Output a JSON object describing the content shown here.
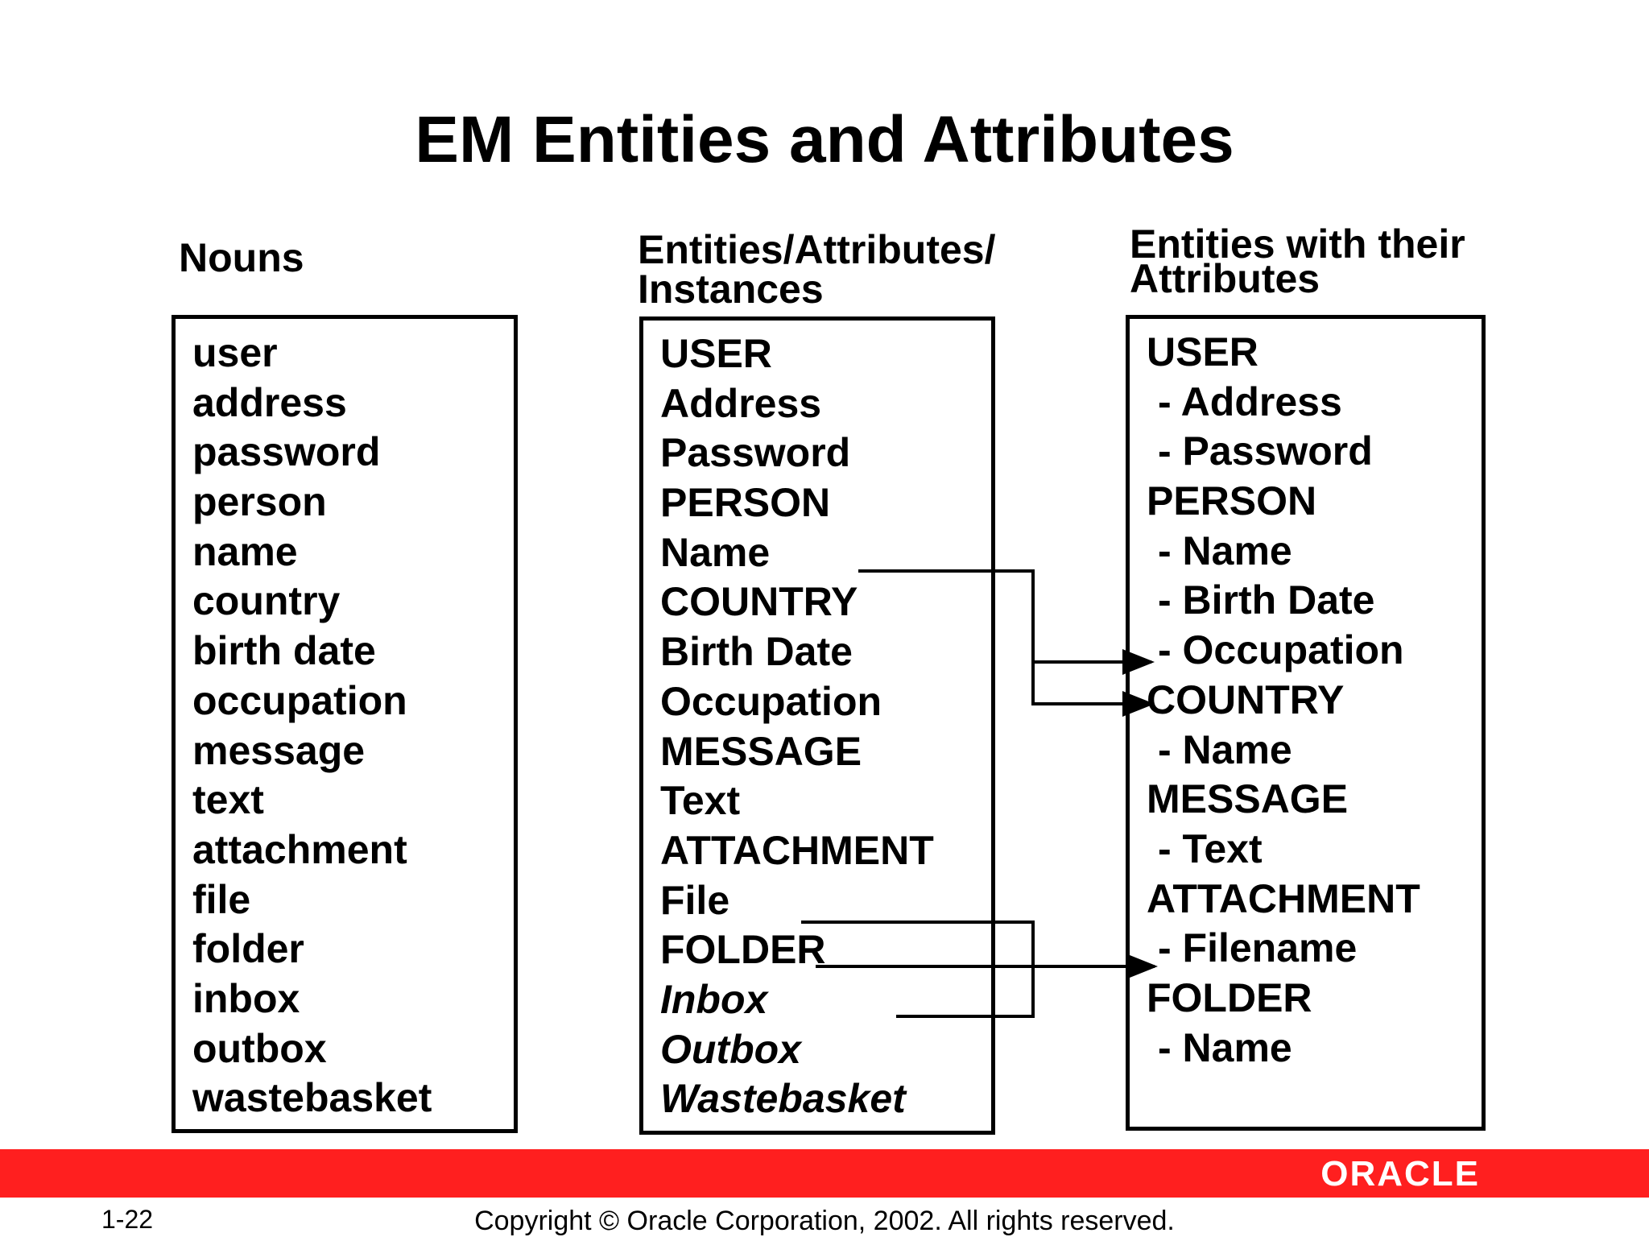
{
  "title": "EM Entities and Attributes",
  "columns": {
    "nouns": {
      "heading": [
        "Nouns"
      ],
      "items": [
        "user",
        "address",
        "password",
        "person",
        "name",
        "country",
        "birth date",
        "occupation",
        "message",
        "text",
        "attachment",
        "file",
        "folder",
        "inbox",
        "outbox",
        "wastebasket"
      ]
    },
    "entities_attributes_instances": {
      "heading": [
        "Entities/Attributes/",
        "Instances"
      ],
      "items": [
        "USER",
        "Address",
        "Password",
        "PERSON",
        "Name",
        "COUNTRY",
        "Birth Date",
        "Occupation",
        "MESSAGE",
        "Text",
        "ATTACHMENT",
        "File",
        "FOLDER",
        "Inbox",
        "Outbox",
        "Wastebasket"
      ],
      "italic_items": [
        "Inbox",
        "Outbox",
        "Wastebasket"
      ]
    },
    "entities_with_attributes": {
      "heading": [
        "Entities with their",
        "Attributes"
      ],
      "items": [
        "USER",
        "- Address",
        "- Password",
        "PERSON",
        "- Name",
        "- Birth Date",
        "- Occupation",
        "COUNTRY",
        "- Name",
        "MESSAGE",
        "- Text",
        "ATTACHMENT",
        "- Filename",
        "FOLDER",
        "- Name"
      ]
    }
  },
  "footer": {
    "page_number": "1-22",
    "copyright": "Copyright © Oracle Corporation, 2002. All rights reserved.",
    "logo_text": "ORACLE",
    "bar_color": "#ff1f1f"
  }
}
